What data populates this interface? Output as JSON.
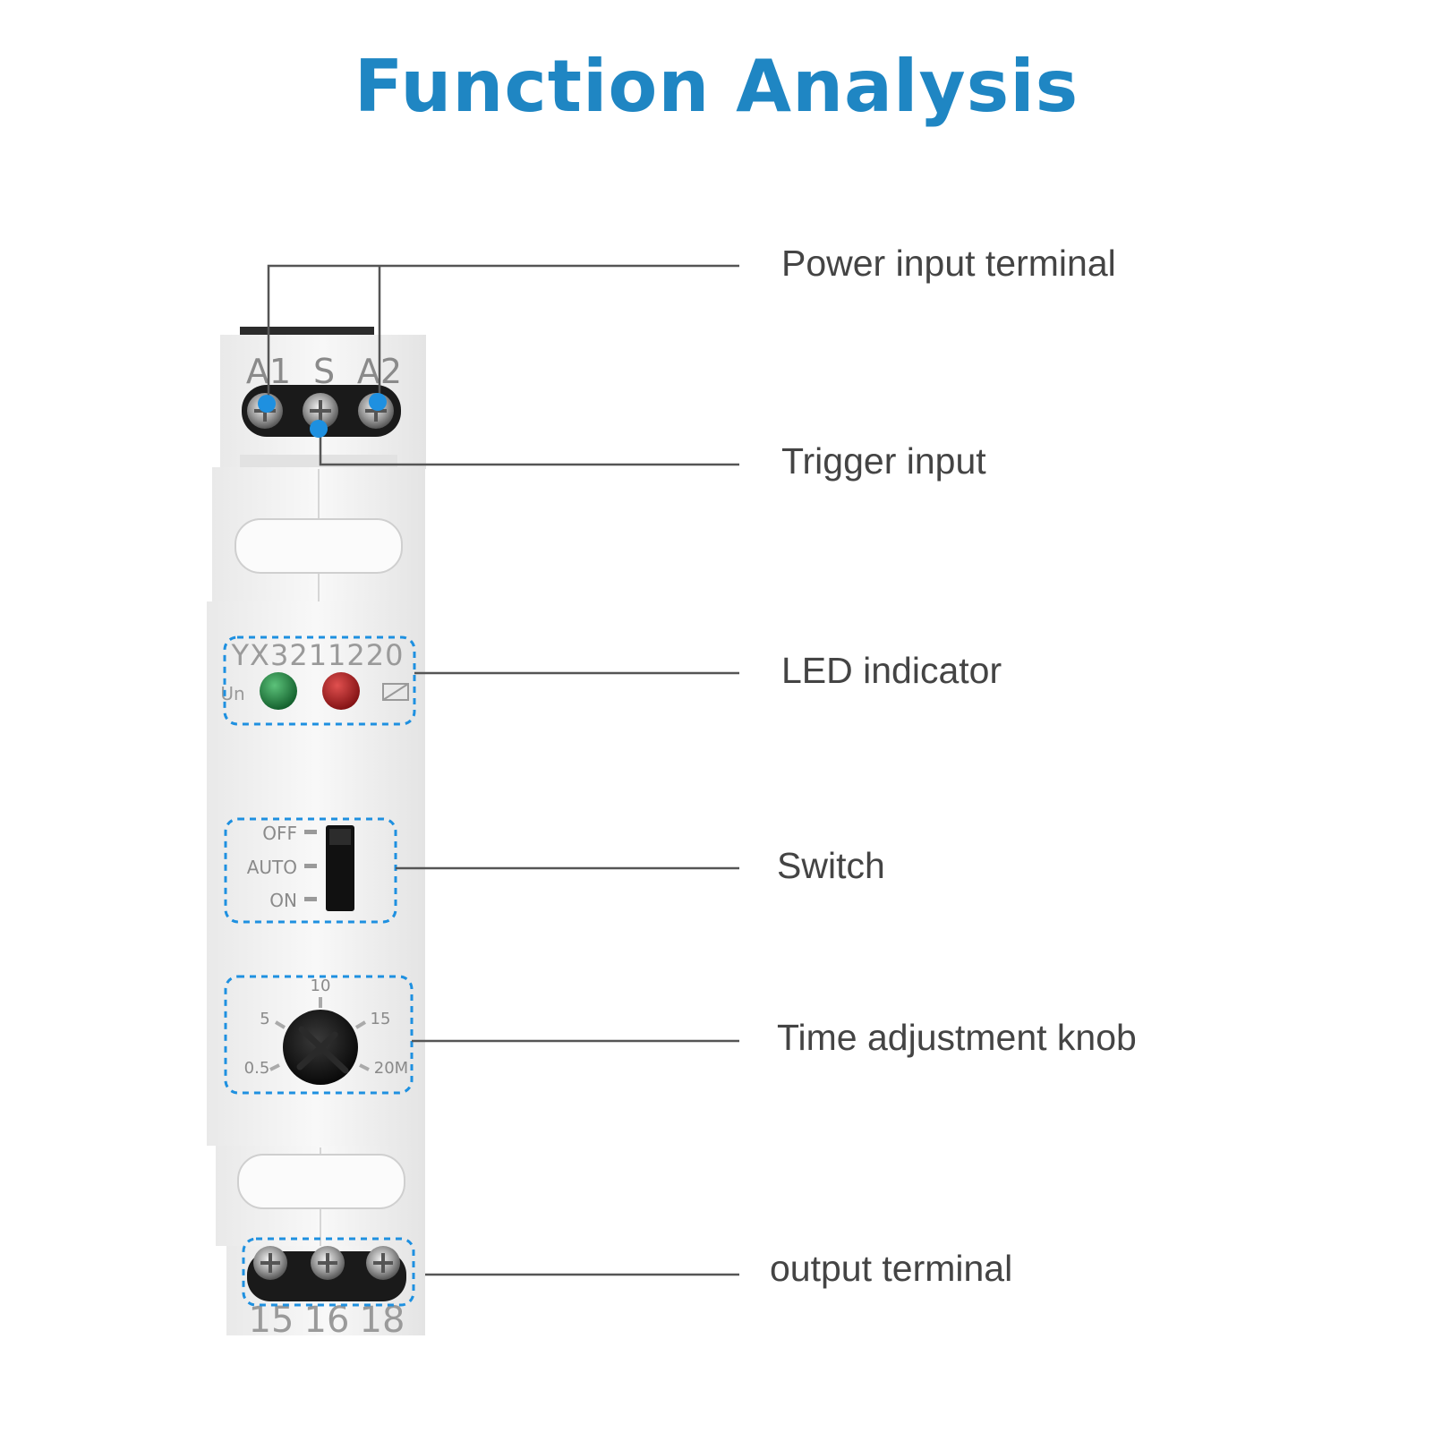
{
  "title": "Function Analysis",
  "device": {
    "top_terminal_labels": [
      "A1",
      "S",
      "A2"
    ],
    "model": "YX3211220",
    "un_label": "Un",
    "led_colors": {
      "power": "#1e7a3c",
      "relay": "#b3191c"
    },
    "switch_positions": [
      "OFF",
      "AUTO",
      "ON"
    ],
    "knob_scale": [
      "0.5",
      "5",
      "10",
      "15",
      "20M"
    ],
    "bottom_terminal_labels": [
      "15",
      "16",
      "18"
    ]
  },
  "callouts": {
    "power_input": "Power input terminal",
    "trigger_input": "Trigger input",
    "led_indicator": "LED indicator",
    "switch": "Switch",
    "time_knob": "Time adjustment knob",
    "output_terminal": "output terminal"
  },
  "colors": {
    "accent": "#1f86c3",
    "marker": "#1e90e0",
    "callout_text": "#444444",
    "leader_line": "#555555"
  }
}
